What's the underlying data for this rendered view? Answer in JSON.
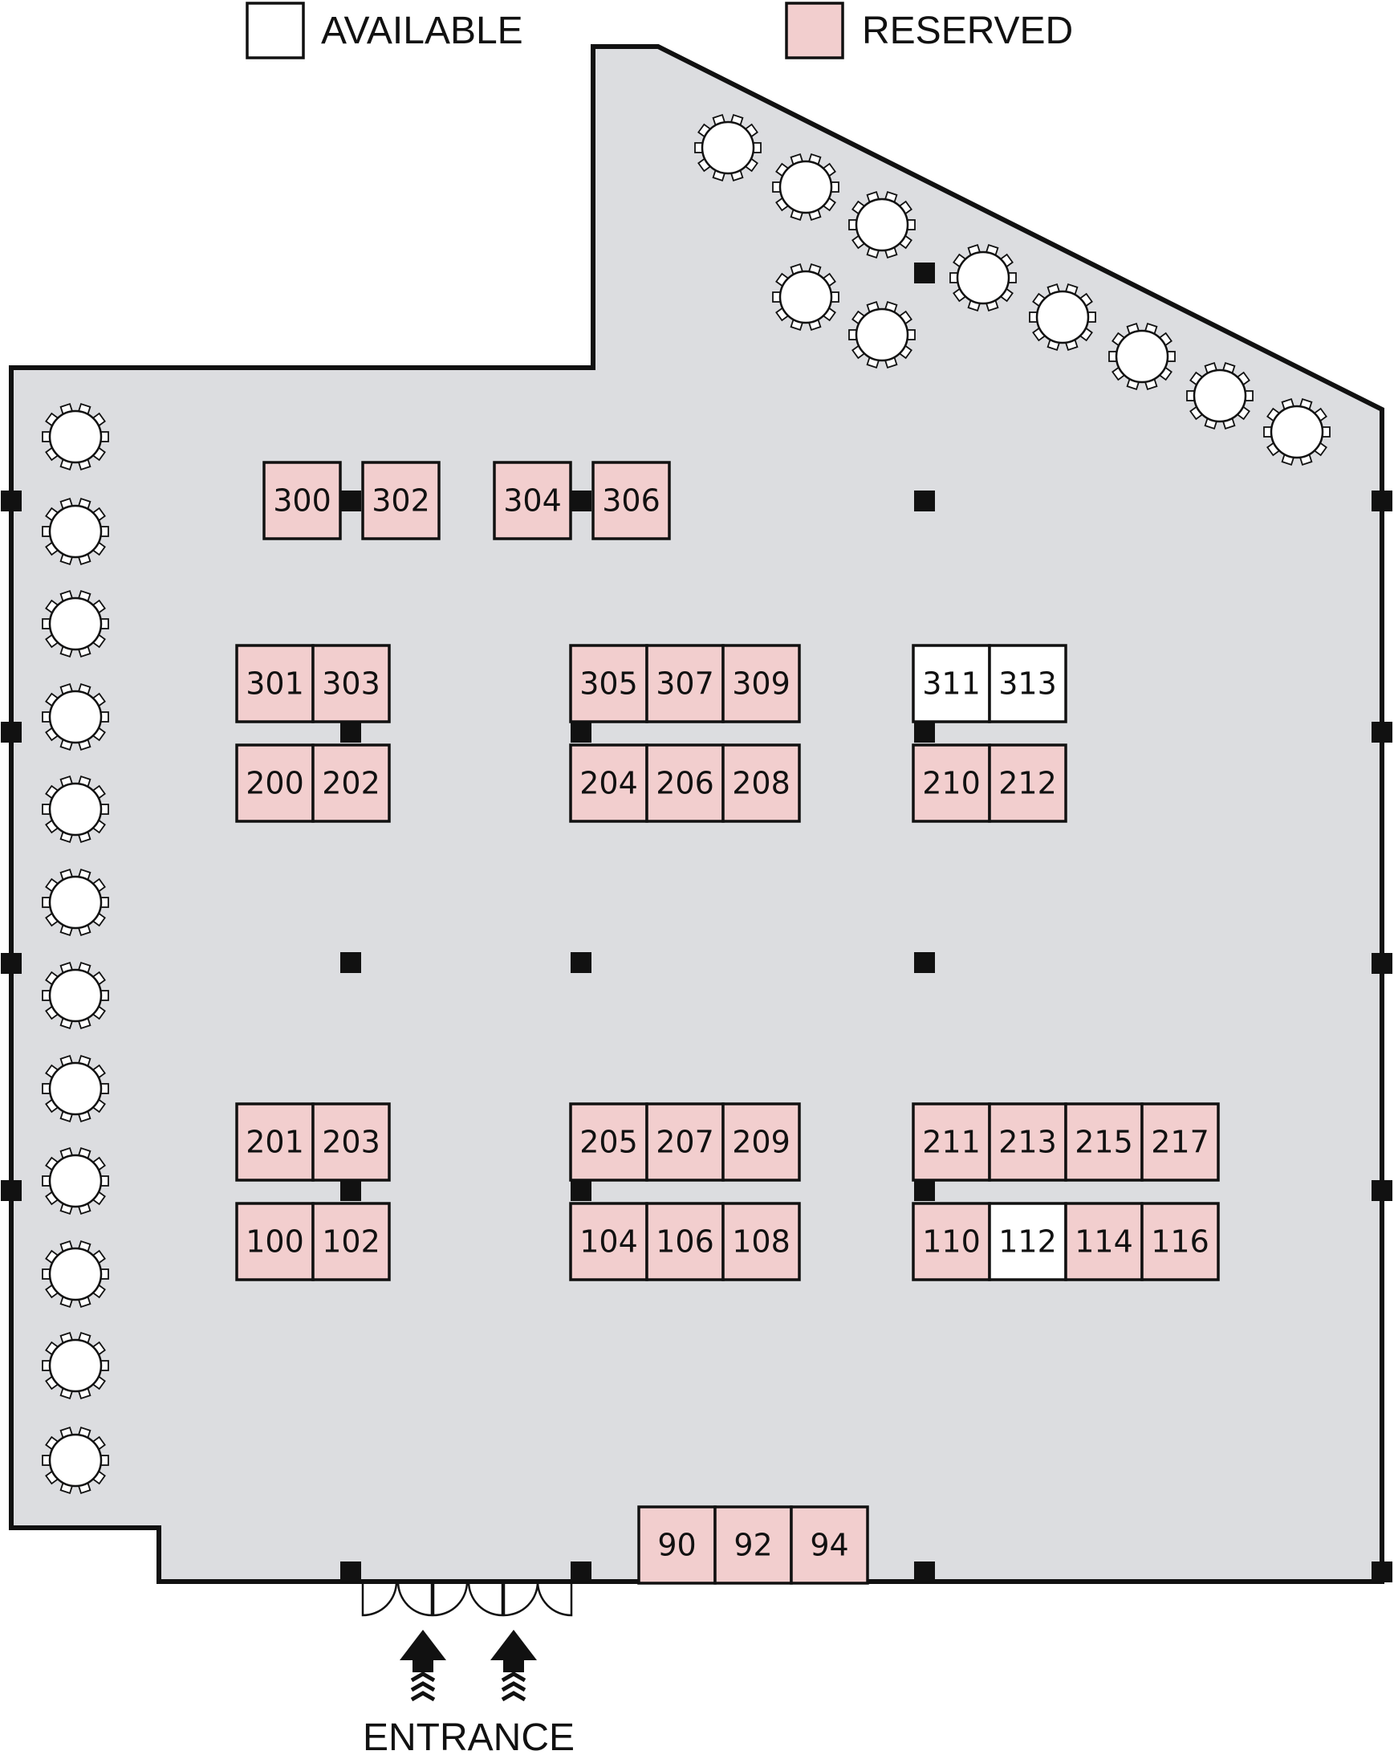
{
  "legend": {
    "available_label": "AVAILABLE",
    "reserved_label": "RESERVED"
  },
  "colors": {
    "floor": "#dcdde0",
    "wall": "#111111",
    "available": "#ffffff",
    "reserved": "#f2cece",
    "table": "#ffffff",
    "column": "#111111"
  },
  "entrance": {
    "label": "ENTRANCE"
  },
  "booths": [
    {
      "id": "300",
      "status": "reserved"
    },
    {
      "id": "302",
      "status": "reserved"
    },
    {
      "id": "304",
      "status": "reserved"
    },
    {
      "id": "306",
      "status": "reserved"
    },
    {
      "id": "301",
      "status": "reserved"
    },
    {
      "id": "303",
      "status": "reserved"
    },
    {
      "id": "305",
      "status": "reserved"
    },
    {
      "id": "307",
      "status": "reserved"
    },
    {
      "id": "309",
      "status": "reserved"
    },
    {
      "id": "311",
      "status": "available"
    },
    {
      "id": "313",
      "status": "available"
    },
    {
      "id": "200",
      "status": "reserved"
    },
    {
      "id": "202",
      "status": "reserved"
    },
    {
      "id": "204",
      "status": "reserved"
    },
    {
      "id": "206",
      "status": "reserved"
    },
    {
      "id": "208",
      "status": "reserved"
    },
    {
      "id": "210",
      "status": "reserved"
    },
    {
      "id": "212",
      "status": "reserved"
    },
    {
      "id": "201",
      "status": "reserved"
    },
    {
      "id": "203",
      "status": "reserved"
    },
    {
      "id": "205",
      "status": "reserved"
    },
    {
      "id": "207",
      "status": "reserved"
    },
    {
      "id": "209",
      "status": "reserved"
    },
    {
      "id": "211",
      "status": "reserved"
    },
    {
      "id": "213",
      "status": "reserved"
    },
    {
      "id": "215",
      "status": "reserved"
    },
    {
      "id": "217",
      "status": "reserved"
    },
    {
      "id": "100",
      "status": "reserved"
    },
    {
      "id": "102",
      "status": "reserved"
    },
    {
      "id": "104",
      "status": "reserved"
    },
    {
      "id": "106",
      "status": "reserved"
    },
    {
      "id": "108",
      "status": "reserved"
    },
    {
      "id": "110",
      "status": "reserved"
    },
    {
      "id": "112",
      "status": "available"
    },
    {
      "id": "114",
      "status": "reserved"
    },
    {
      "id": "116",
      "status": "reserved"
    },
    {
      "id": "90",
      "status": "reserved"
    },
    {
      "id": "92",
      "status": "reserved"
    },
    {
      "id": "94",
      "status": "reserved"
    }
  ]
}
